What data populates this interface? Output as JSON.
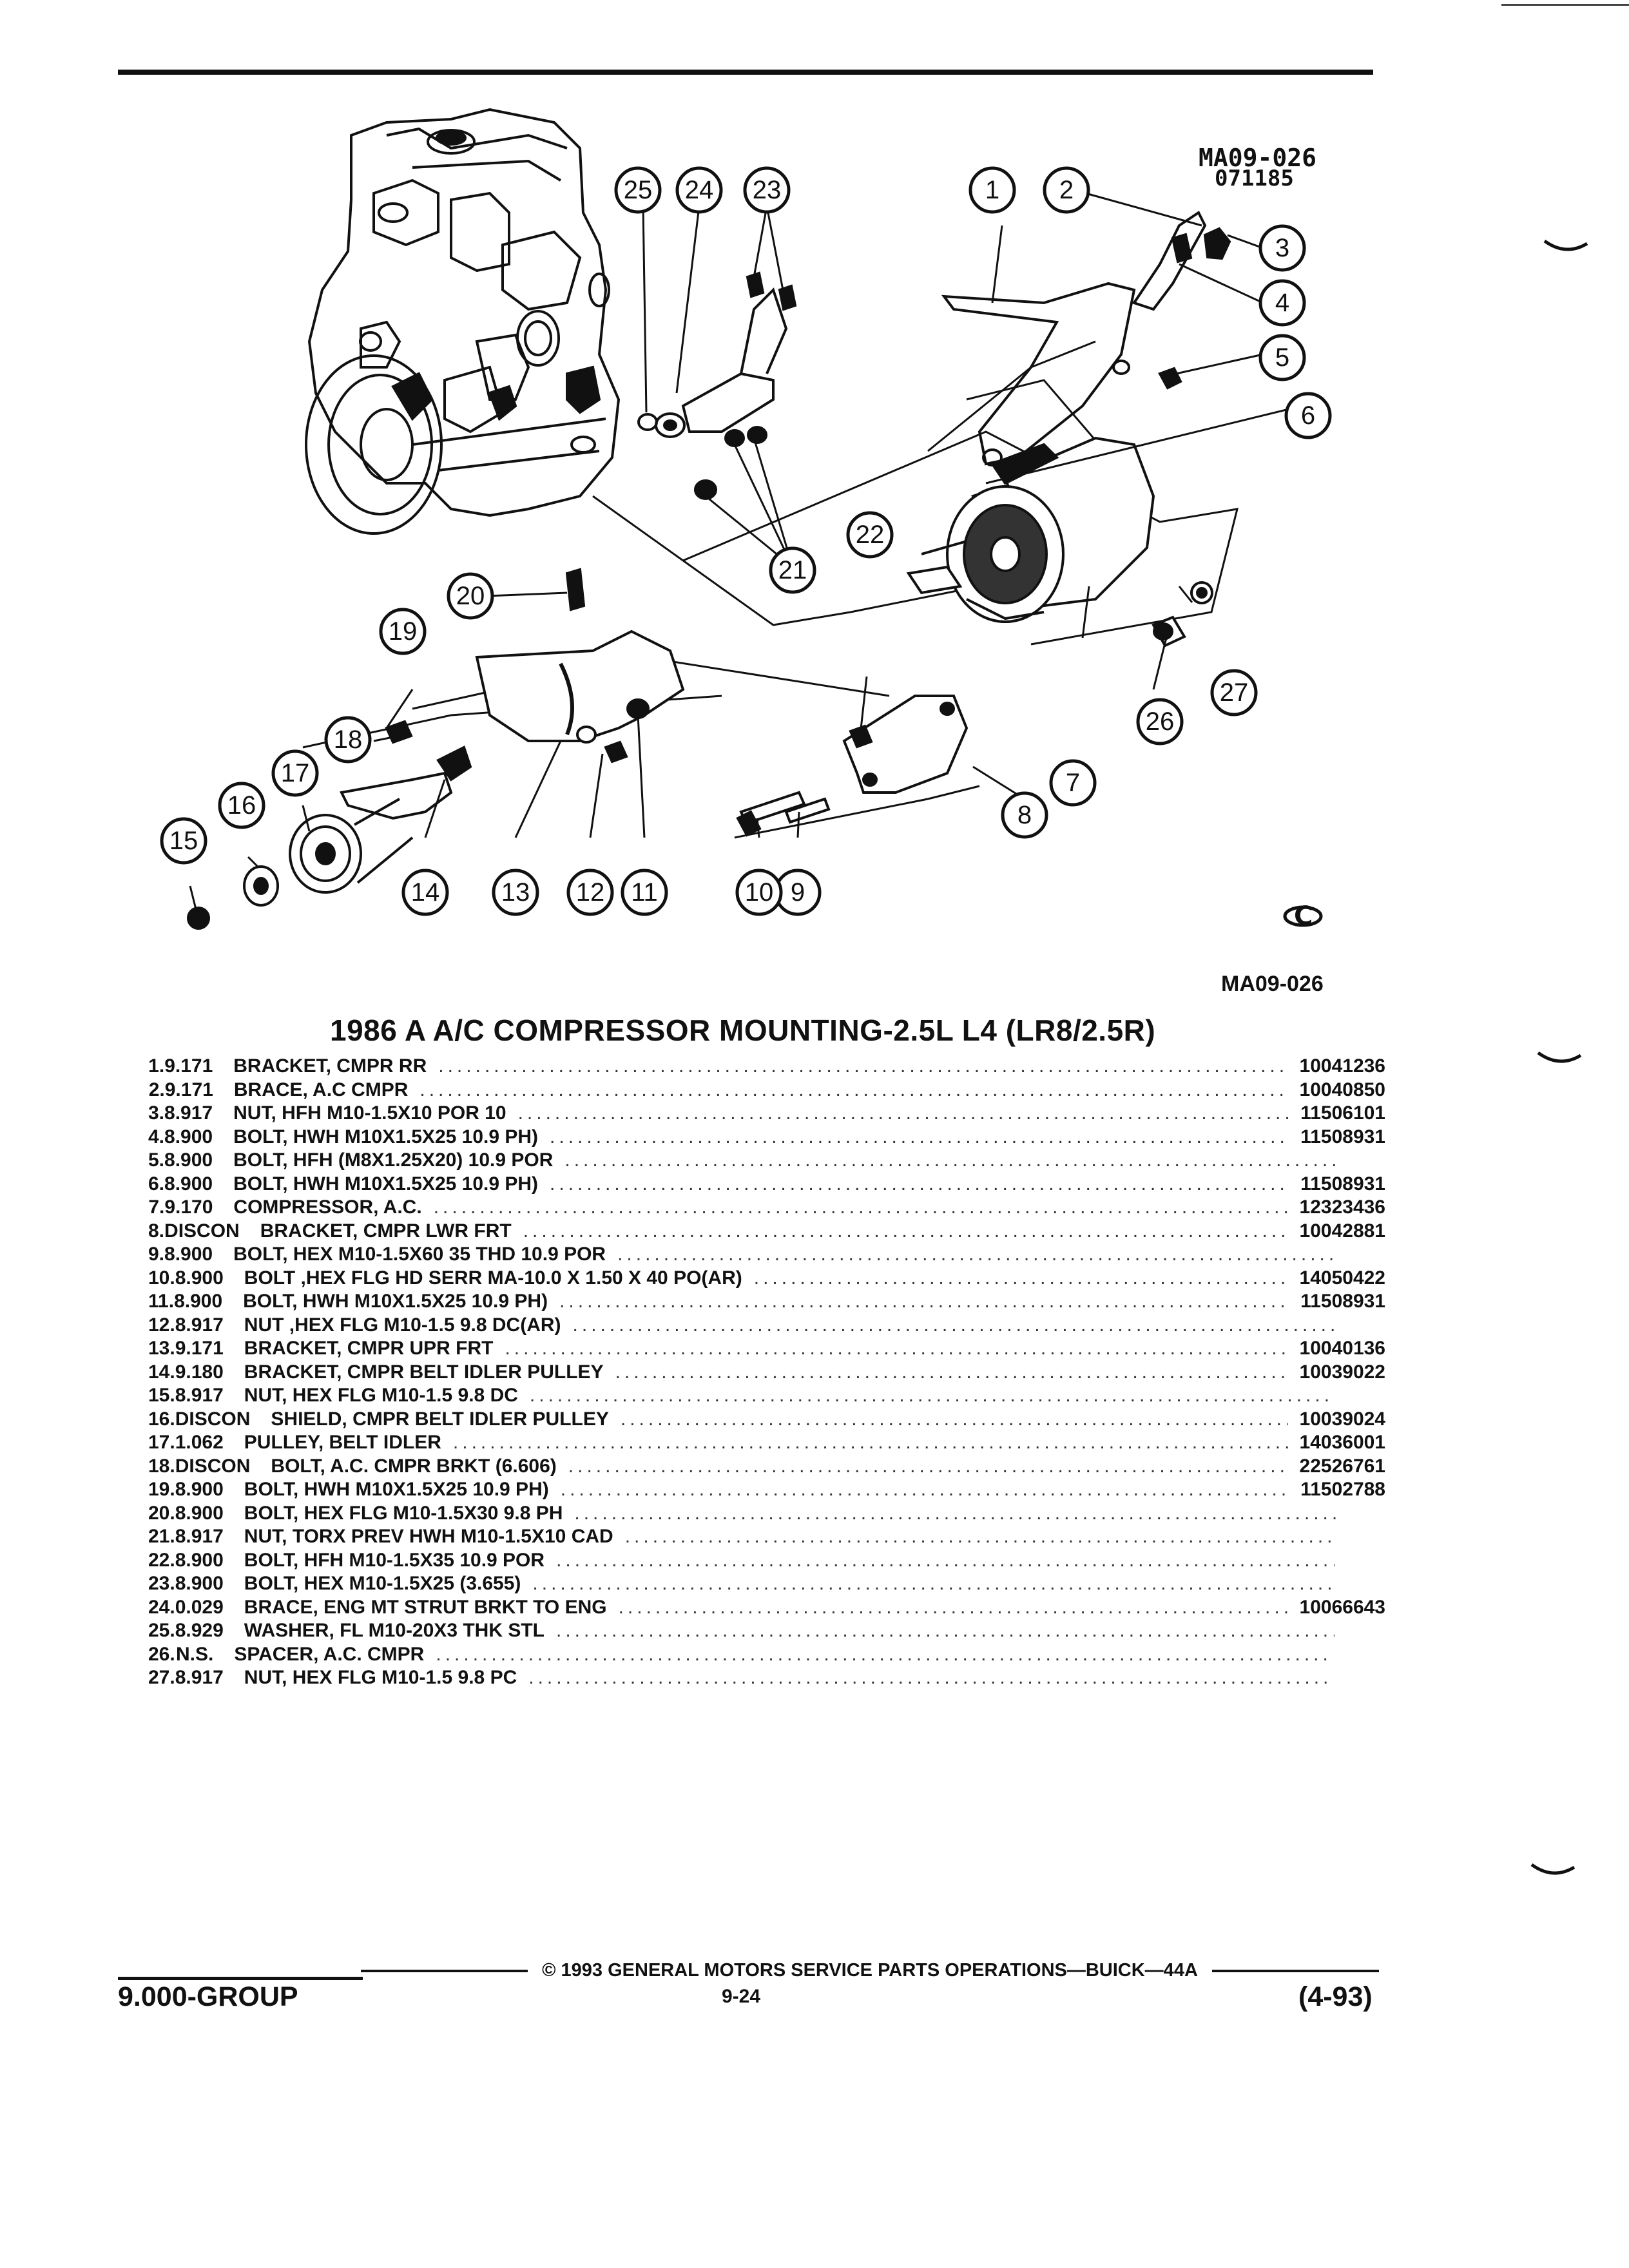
{
  "diagram": {
    "code_main": "MA09-026",
    "code_date": "071185",
    "callouts": [
      "1",
      "2",
      "3",
      "4",
      "5",
      "6",
      "7",
      "8",
      "9",
      "10",
      "11",
      "12",
      "13",
      "14",
      "15",
      "16",
      "17",
      "18",
      "19",
      "20",
      "21",
      "22",
      "23",
      "24",
      "25",
      "26",
      "27"
    ]
  },
  "reference_code": "MA09-026",
  "title": "1986 A A/C COMPRESSOR MOUNTING-2.5L L4 (LR8/2.5R)",
  "parts": [
    {
      "num": "1.",
      "group": "9.171",
      "description": "BRACKET, CMPR RR",
      "part_number": "10041236"
    },
    {
      "num": "2.",
      "group": "9.171",
      "description": "BRACE, A.C CMPR",
      "part_number": "10040850"
    },
    {
      "num": "3.",
      "group": "8.917",
      "description": "NUT, HFH M10-1.5X10 POR 10",
      "part_number": "11506101"
    },
    {
      "num": "4.",
      "group": "8.900",
      "description": "BOLT, HWH M10X1.5X25 10.9 PH)",
      "part_number": "11508931"
    },
    {
      "num": "5.",
      "group": "8.900",
      "description": "BOLT, HFH (M8X1.25X20) 10.9 POR",
      "part_number": ""
    },
    {
      "num": "6.",
      "group": "8.900",
      "description": "BOLT, HWH M10X1.5X25 10.9 PH)",
      "part_number": "11508931"
    },
    {
      "num": "7.",
      "group": "9.170",
      "description": "COMPRESSOR, A.C.",
      "part_number": "12323436"
    },
    {
      "num": "8.",
      "group": "DISCON",
      "description": "BRACKET, CMPR LWR FRT",
      "part_number": "10042881"
    },
    {
      "num": "9.",
      "group": "8.900",
      "description": "BOLT, HEX M10-1.5X60 35 THD 10.9 POR",
      "part_number": ""
    },
    {
      "num": "10.",
      "group": "8.900",
      "description": "BOLT ,HEX FLG HD SERR MA-10.0 X 1.50 X 40 PO(AR)",
      "part_number": "14050422"
    },
    {
      "num": "11.",
      "group": "8.900",
      "description": "BOLT, HWH M10X1.5X25 10.9 PH)",
      "part_number": "11508931"
    },
    {
      "num": "12.",
      "group": "8.917",
      "description": "NUT ,HEX FLG M10-1.5 9.8 DC(AR)",
      "part_number": ""
    },
    {
      "num": "13.",
      "group": "9.171",
      "description": "BRACKET, CMPR UPR FRT",
      "part_number": "10040136"
    },
    {
      "num": "14.",
      "group": "9.180",
      "description": "BRACKET, CMPR BELT IDLER PULLEY",
      "part_number": "10039022"
    },
    {
      "num": "15.",
      "group": "8.917",
      "description": "NUT, HEX FLG M10-1.5 9.8 DC",
      "part_number": ""
    },
    {
      "num": "16.",
      "group": "DISCON",
      "description": "SHIELD, CMPR BELT IDLER PULLEY",
      "part_number": "10039024"
    },
    {
      "num": "17.",
      "group": "1.062",
      "description": "PULLEY, BELT IDLER",
      "part_number": "14036001"
    },
    {
      "num": "18.",
      "group": "DISCON",
      "description": "BOLT, A.C. CMPR BRKT (6.606)",
      "part_number": "22526761"
    },
    {
      "num": "19.",
      "group": "8.900",
      "description": "BOLT, HWH M10X1.5X25 10.9 PH)",
      "part_number": "11502788"
    },
    {
      "num": "20.",
      "group": "8.900",
      "description": "BOLT, HEX FLG M10-1.5X30 9.8 PH",
      "part_number": ""
    },
    {
      "num": "21.",
      "group": "8.917",
      "description": "NUT, TORX PREV HWH M10-1.5X10 CAD",
      "part_number": ""
    },
    {
      "num": "22.",
      "group": "8.900",
      "description": "BOLT, HFH M10-1.5X35 10.9 POR",
      "part_number": ""
    },
    {
      "num": "23.",
      "group": "8.900",
      "description": "BOLT, HEX M10-1.5X25 (3.655)",
      "part_number": ""
    },
    {
      "num": "24.",
      "group": "0.029",
      "description": "BRACE, ENG MT STRUT BRKT TO ENG",
      "part_number": "10066643"
    },
    {
      "num": "25.",
      "group": "8.929",
      "description": "WASHER, FL M10-20X3 THK STL",
      "part_number": ""
    },
    {
      "num": "26.",
      "group": "N.S.",
      "description": "SPACER, A.C. CMPR",
      "part_number": ""
    },
    {
      "num": "27.",
      "group": "8.917",
      "description": "NUT, HEX FLG M10-1.5 9.8 PC",
      "part_number": ""
    }
  ],
  "footer": {
    "copyright": "© 1993 GENERAL MOTORS SERVICE PARTS OPERATIONS—BUICK—44A",
    "group": "9.000-GROUP",
    "page": "9-24",
    "revision": "(4-93)"
  }
}
